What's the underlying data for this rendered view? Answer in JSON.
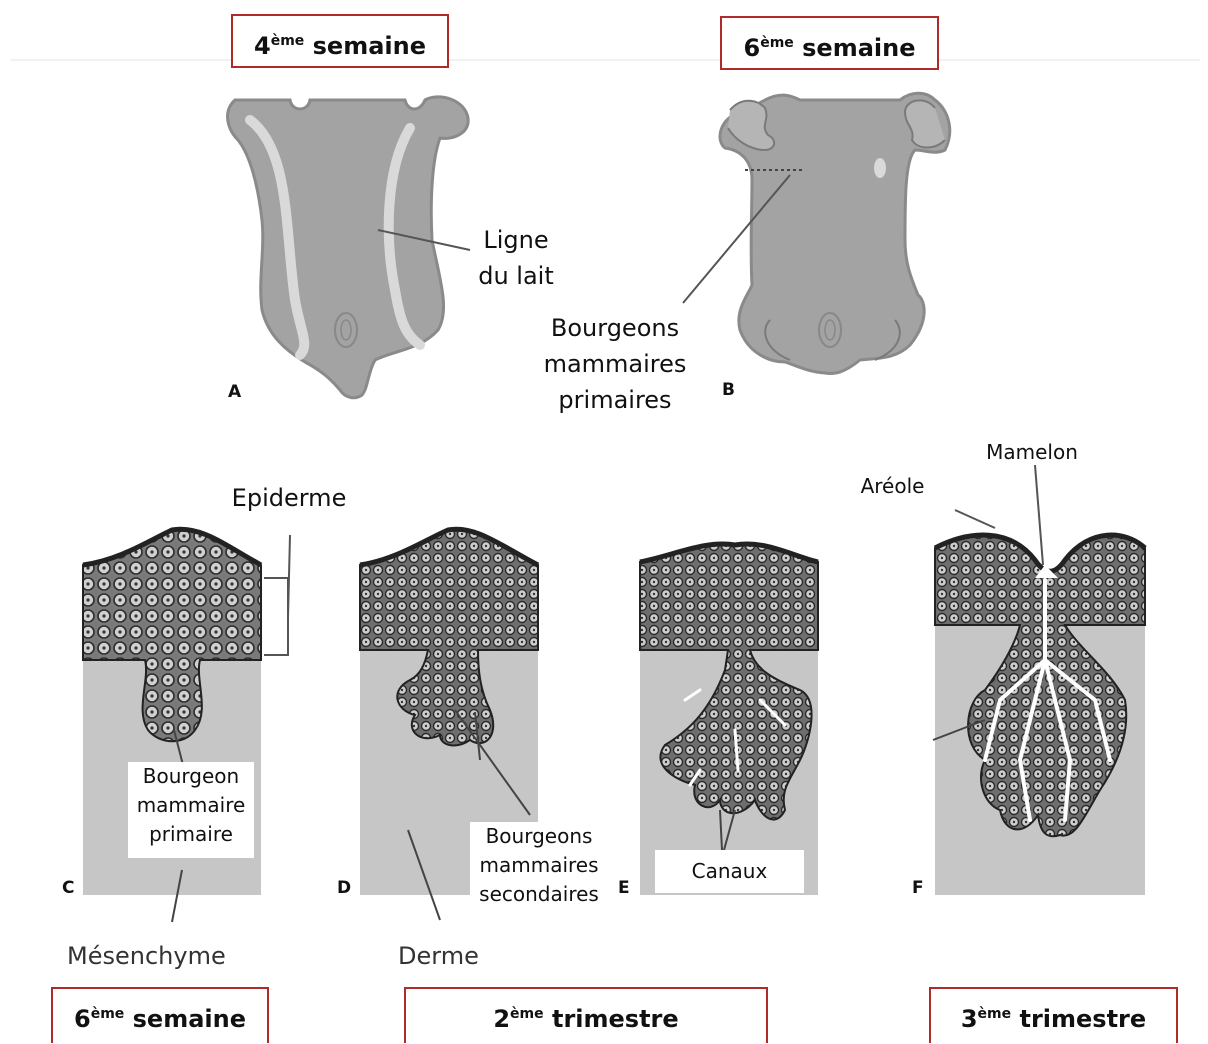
{
  "stage_boxes": {
    "top_left": {
      "num": "4",
      "sup": "ème",
      "text": "semaine"
    },
    "top_right": {
      "num": "6",
      "sup": "ème",
      "text": "semaine"
    },
    "bottom_left": {
      "num": "6",
      "sup": "ème",
      "text": "semaine"
    },
    "bottom_mid": {
      "num": "2",
      "sup": "ème",
      "text": "trimestre"
    },
    "bottom_right": {
      "num": "3",
      "sup": "ème",
      "text": "trimestre"
    }
  },
  "labels": {
    "milk_line": [
      "Ligne",
      "du lait"
    ],
    "primary_buds": [
      "Bourgeons",
      "mammaires",
      "primaires"
    ],
    "epidermis": "Epiderme",
    "areola": "Aréole",
    "nipple": "Mamelon",
    "primary_bud": [
      "Bourgeon",
      "mammaire",
      "primaire"
    ],
    "secondary_buds": [
      "Bourgeons",
      "mammaires",
      "secondaires"
    ],
    "ducts": "Canaux",
    "mesenchyme": "Mésenchyme",
    "dermis": "Derme"
  },
  "panel_letters": {
    "a": "A",
    "b": "B",
    "c": "C",
    "d": "D",
    "e": "E",
    "f": "F"
  },
  "colors": {
    "box_border": "#b02a2a",
    "embryo": "#9e9e9e",
    "tissue": "#c8c8c8",
    "cells": "#3a3a3a"
  }
}
